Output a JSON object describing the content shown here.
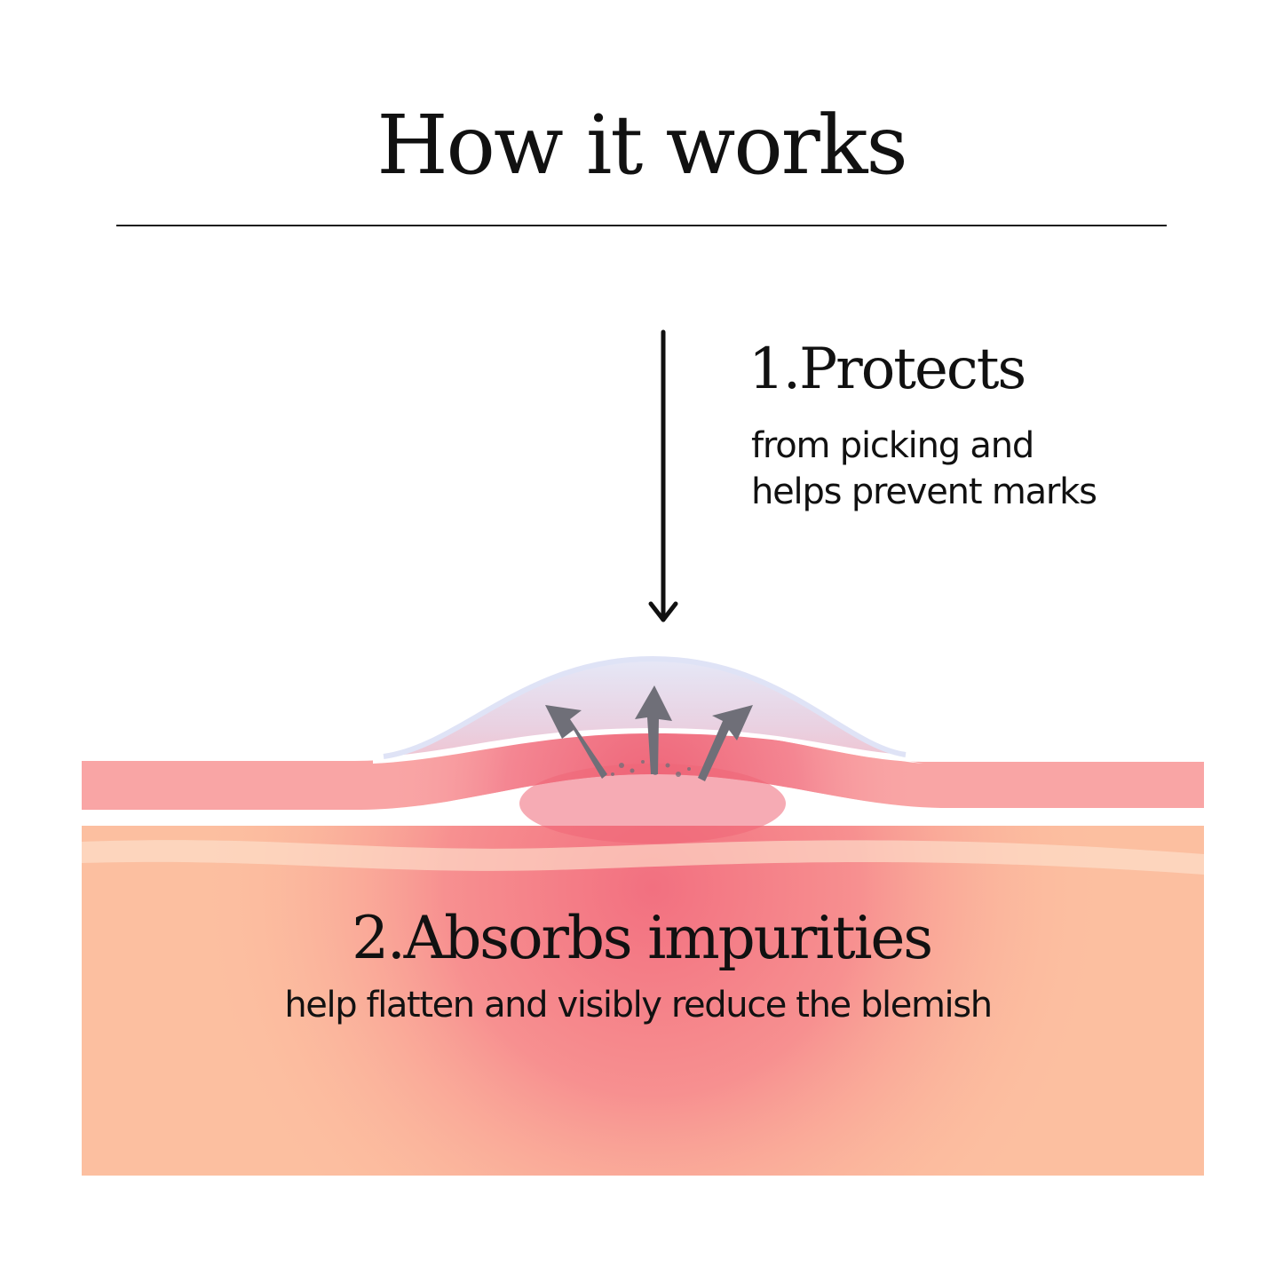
{
  "heading": "How it works",
  "step1": {
    "title": "1.Protects",
    "lines": [
      "from picking and",
      "helps prevent marks"
    ]
  },
  "step2": {
    "title": "2.Absorbs impurities",
    "description": "help flatten and visibly reduce the blemish"
  },
  "colors": {
    "text": "#111111",
    "skin_top_layer": "#f9a5a5",
    "skin_deep_layer": "#fcbfa0",
    "inflammation": "#f06a7c",
    "patch": "#e3e6f6",
    "impurity_arrows": "#6f6f78"
  },
  "icons": [
    "down-arrow-icon",
    "impurity-arrow-icon",
    "hydrocolloid-patch-icon"
  ]
}
